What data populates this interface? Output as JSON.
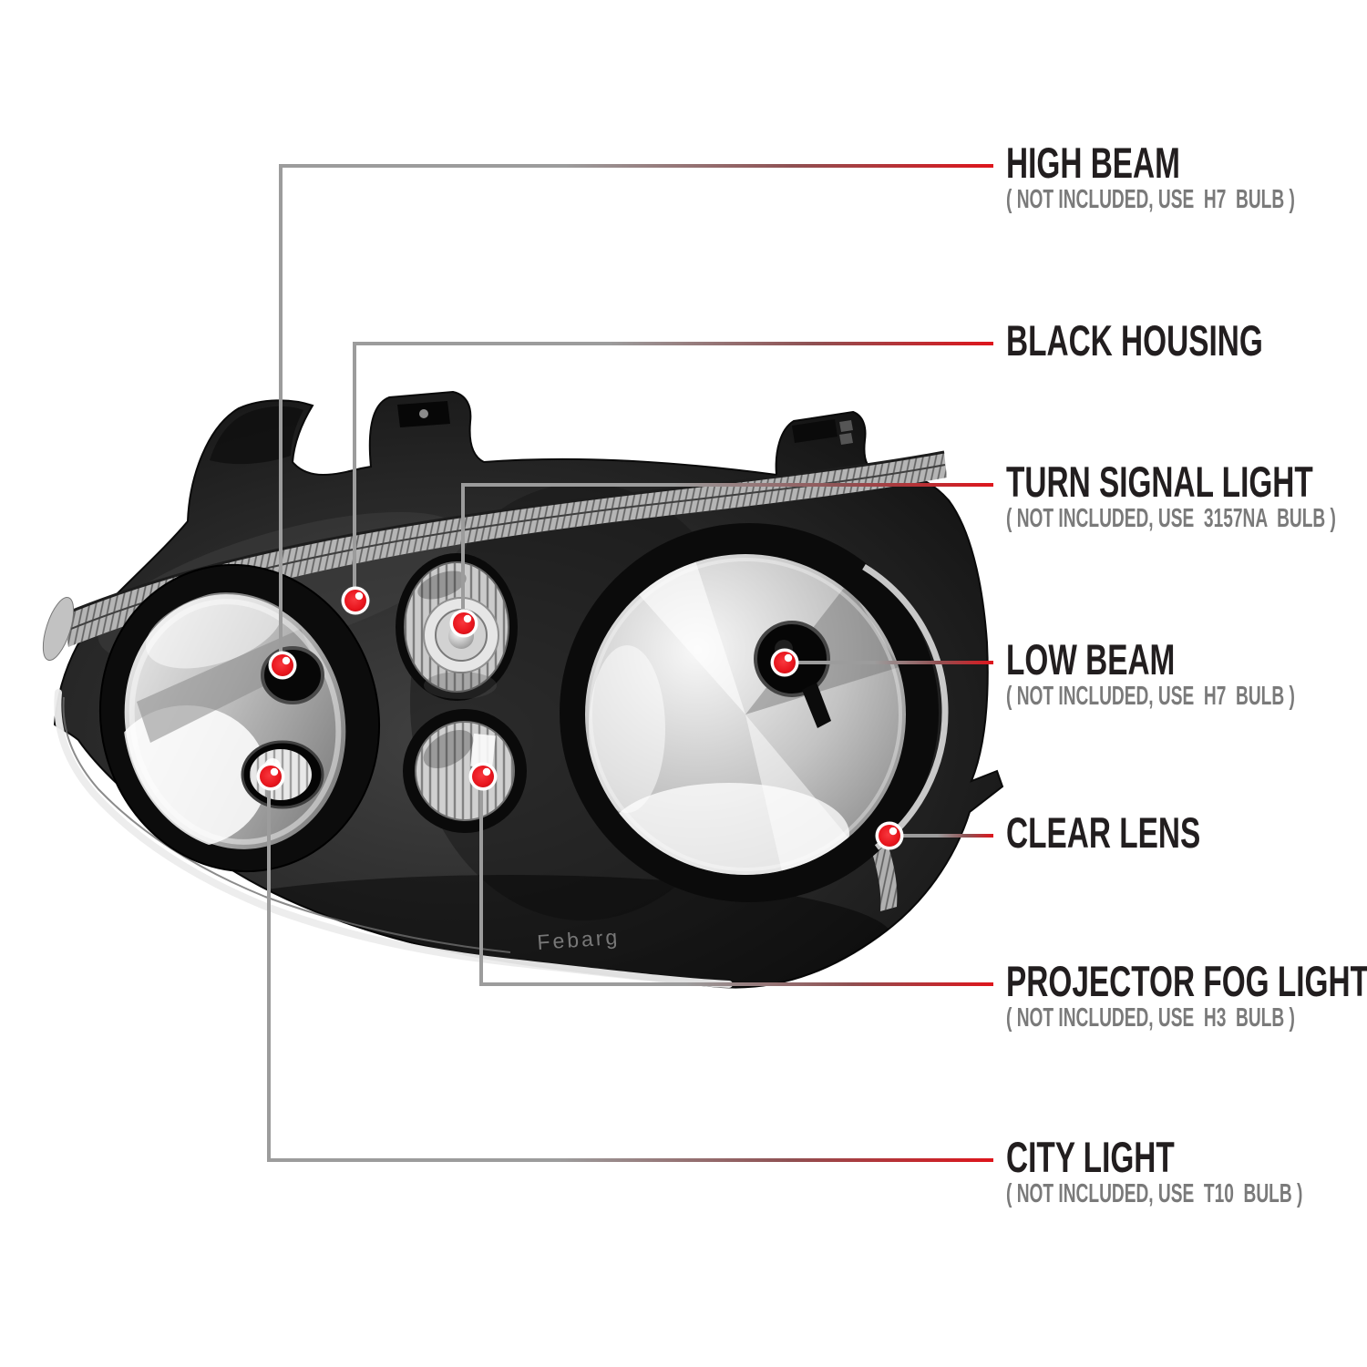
{
  "diagram": {
    "watermark": "Febarg",
    "colors": {
      "background": "#ffffff",
      "accent_red": "#de151c",
      "line_gray": "#9c9c9c",
      "label_text": "#221e1f",
      "note_text": "#7a7a7a"
    },
    "callouts": [
      {
        "id": "high-beam",
        "label": "HIGH BEAM",
        "note": "( NOT INCLUDED, USE  H7  BULB )"
      },
      {
        "id": "black-housing",
        "label": "BLACK HOUSING",
        "note": ""
      },
      {
        "id": "turn-signal-light",
        "label": "TURN SIGNAL LIGHT",
        "note": "( NOT INCLUDED, USE  3157NA  BULB )"
      },
      {
        "id": "low-beam",
        "label": "LOW BEAM",
        "note": "( NOT INCLUDED, USE  H7  BULB )"
      },
      {
        "id": "clear-lens",
        "label": "CLEAR LENS",
        "note": ""
      },
      {
        "id": "projector-fog-light",
        "label": "PROJECTOR FOG LIGHT",
        "note": "( NOT INCLUDED, USE  H3  BULB )"
      },
      {
        "id": "city-light",
        "label": "CITY LIGHT",
        "note": "( NOT INCLUDED, USE  T10  BULB )"
      }
    ]
  }
}
